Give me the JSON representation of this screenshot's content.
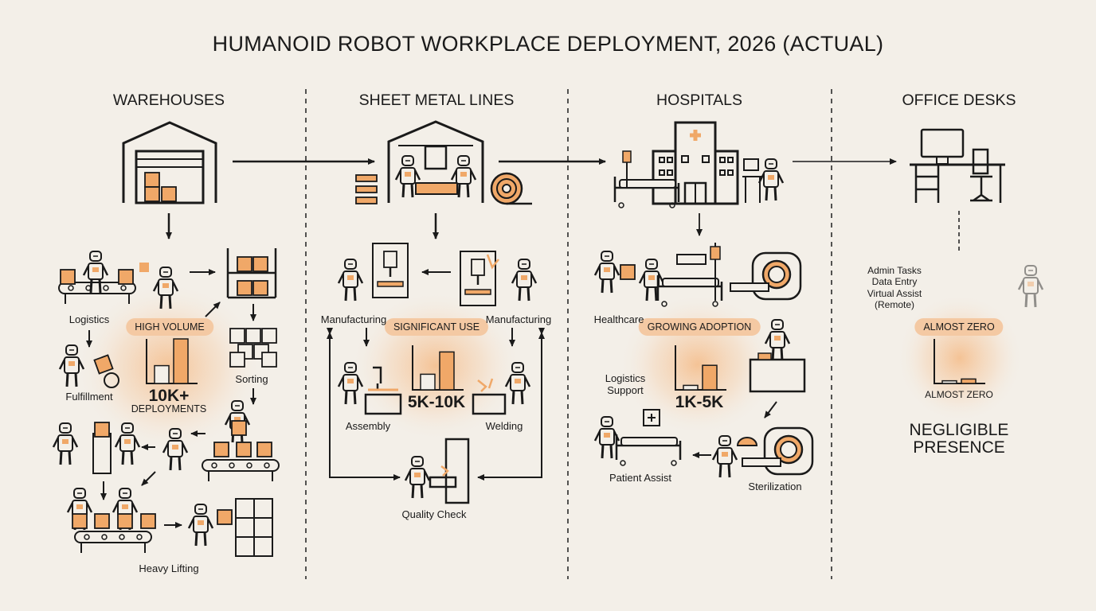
{
  "title": "HUMANOID ROBOT WORKPLACE DEPLOYMENT, 2026 (ACTUAL)",
  "accent_color": "#f0a868",
  "line_color": "#1a1a1a",
  "columns": [
    {
      "id": "warehouses",
      "header": "WAREHOUSES",
      "badge": "HIGH VOLUME",
      "value_main": "10K+",
      "value_sub": "DEPLOYMENTS",
      "bar_levels": [
        0.4,
        1.0
      ],
      "labels": [
        "Logistics",
        "Fulfillment",
        "Sorting",
        "Heavy Lifting"
      ]
    },
    {
      "id": "sheet-metal",
      "header": "SHEET METAL LINES",
      "badge": "SIGNIFICANT USE",
      "value_main": "5K-10K",
      "bar_levels": [
        0.35,
        0.85
      ],
      "labels": [
        "Manufacturing",
        "Manufacturing",
        "Assembly",
        "Welding",
        "Quality Check"
      ]
    },
    {
      "id": "hospitals",
      "header": "HOSPITALS",
      "badge": "GROWING ADOPTION",
      "value_main": "1K-5K",
      "bar_levels": [
        0.1,
        0.55
      ],
      "labels": [
        "Healthcare",
        "Logistics",
        "Support",
        "Patient Assist",
        "Sterilization"
      ]
    },
    {
      "id": "office",
      "header": "OFFICE DESKS",
      "badge": "ALMOST ZERO",
      "axis_label": "ALMOST ZERO",
      "bar_levels": [
        0.06,
        0.1
      ],
      "tasks": [
        "Admin Tasks",
        "Data Entry",
        "Virtual Assist",
        "(Remote)"
      ],
      "presence": [
        "NEGLIGIBLE",
        "PRESENCE"
      ]
    }
  ]
}
